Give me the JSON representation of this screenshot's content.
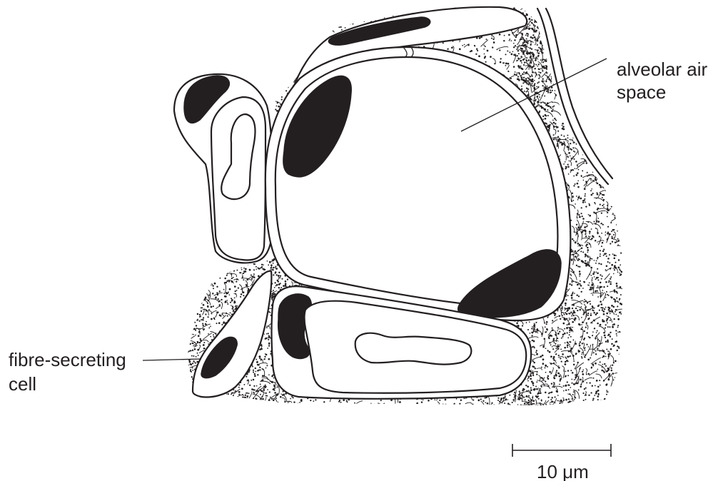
{
  "labels": {
    "alveolar_line1": "alveolar air",
    "alveolar_line2": "space",
    "fibre_line1": "fibre-secreting",
    "fibre_line2": "cell"
  },
  "scale_bar": {
    "label": "10 μm"
  },
  "colors": {
    "ink": "#231f20",
    "background": "#ffffff"
  }
}
